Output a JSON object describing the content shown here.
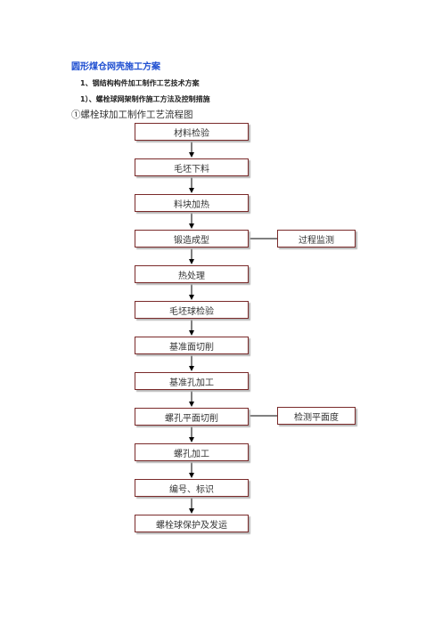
{
  "document": {
    "title": "圆形煤仓网壳施工方案",
    "section1": "1、钢结构构件加工制作工艺技术方案",
    "section2": "1）、螺栓球网架制作施工方法及控制措施",
    "section3": "①螺栓球加工制作工艺流程图"
  },
  "flow": {
    "steps": [
      "材料检验",
      "毛坯下料",
      "料块加热",
      "锻造成型",
      "热处理",
      "毛坯球检验",
      "基准面切削",
      "基准孔加工",
      "螺孔平面切削",
      "螺孔加工",
      "编号、标识",
      "螺栓球保护及发运"
    ],
    "side_notes": [
      "过程监测",
      "检测平面度"
    ]
  }
}
